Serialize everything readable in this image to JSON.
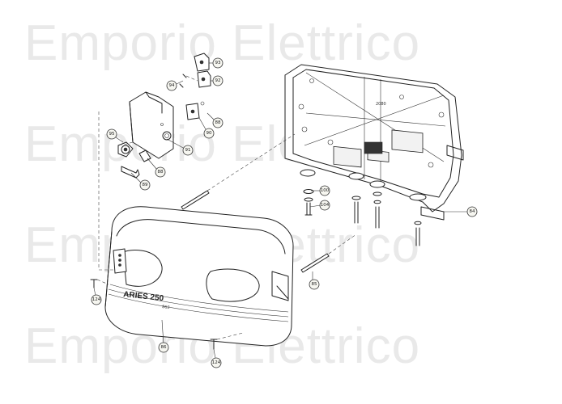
{
  "watermark": {
    "text": "Emporio Elettrico"
  },
  "cover_lettering": {
    "brand": "ARIES 250",
    "code": "862"
  },
  "board_label": "2080",
  "callouts": {
    "c93": "93",
    "c92": "92",
    "c94": "94",
    "c88a": "88",
    "c90": "90",
    "c91": "91",
    "c89": "89",
    "c95": "95",
    "c88b": "88",
    "c100": "100",
    "c104": "104",
    "c84": "84",
    "c85": "85",
    "c124a": "124",
    "c124b": "124",
    "c86": "86"
  }
}
